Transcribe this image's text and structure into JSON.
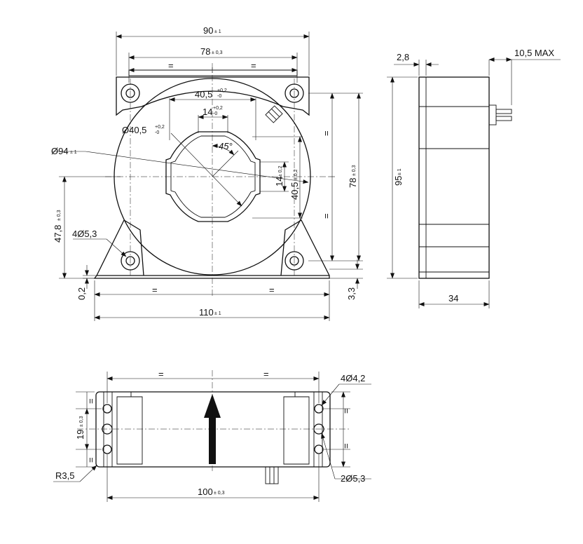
{
  "front_view": {
    "width_top": "90",
    "width_top_tol": "± 1",
    "hole_spacing_top": "78",
    "hole_spacing_top_tol": "± 0,3",
    "equal_mark": "=",
    "window_width": "40,5",
    "window_width_tol_plus": "+0,2",
    "window_width_tol_minus": "-0",
    "slot_width": "14",
    "slot_width_tol_plus": "+0,2",
    "slot_width_tol_minus": "-0",
    "window_diameter": "Ø40,5",
    "window_diameter_tol_plus": "+0,2",
    "window_diameter_tol_minus": "-0",
    "angle": "45°",
    "outer_diameter": "Ø94",
    "outer_diameter_tol": "± 1",
    "slot_height": "14",
    "slot_height_tol": "± 0,2",
    "window_height": "40,5",
    "window_height_tol": "± 0,2",
    "hole_spacing_vertical": "78",
    "hole_spacing_vertical_tol": "± 0,3",
    "center_height": "47,8",
    "center_height_tol": "± 0,3",
    "mounting_holes": "4Ø5,3",
    "base_thickness": "0,2",
    "base_offset": "3,3",
    "width_bottom": "110",
    "width_bottom_tol": "± 1"
  },
  "side_view": {
    "offset": "2,8",
    "connector_max": "10,5 MAX",
    "height": "95",
    "height_tol": "± 1",
    "depth": "34"
  },
  "bottom_view": {
    "equal_mark": "=",
    "holes_small": "4Ø4,2",
    "holes_large": "2Ø5,3",
    "hole_pitch": "19",
    "hole_pitch_tol": "± 0,3",
    "corner_radius": "R3,5",
    "length": "100",
    "length_tol": "± 0,3"
  }
}
